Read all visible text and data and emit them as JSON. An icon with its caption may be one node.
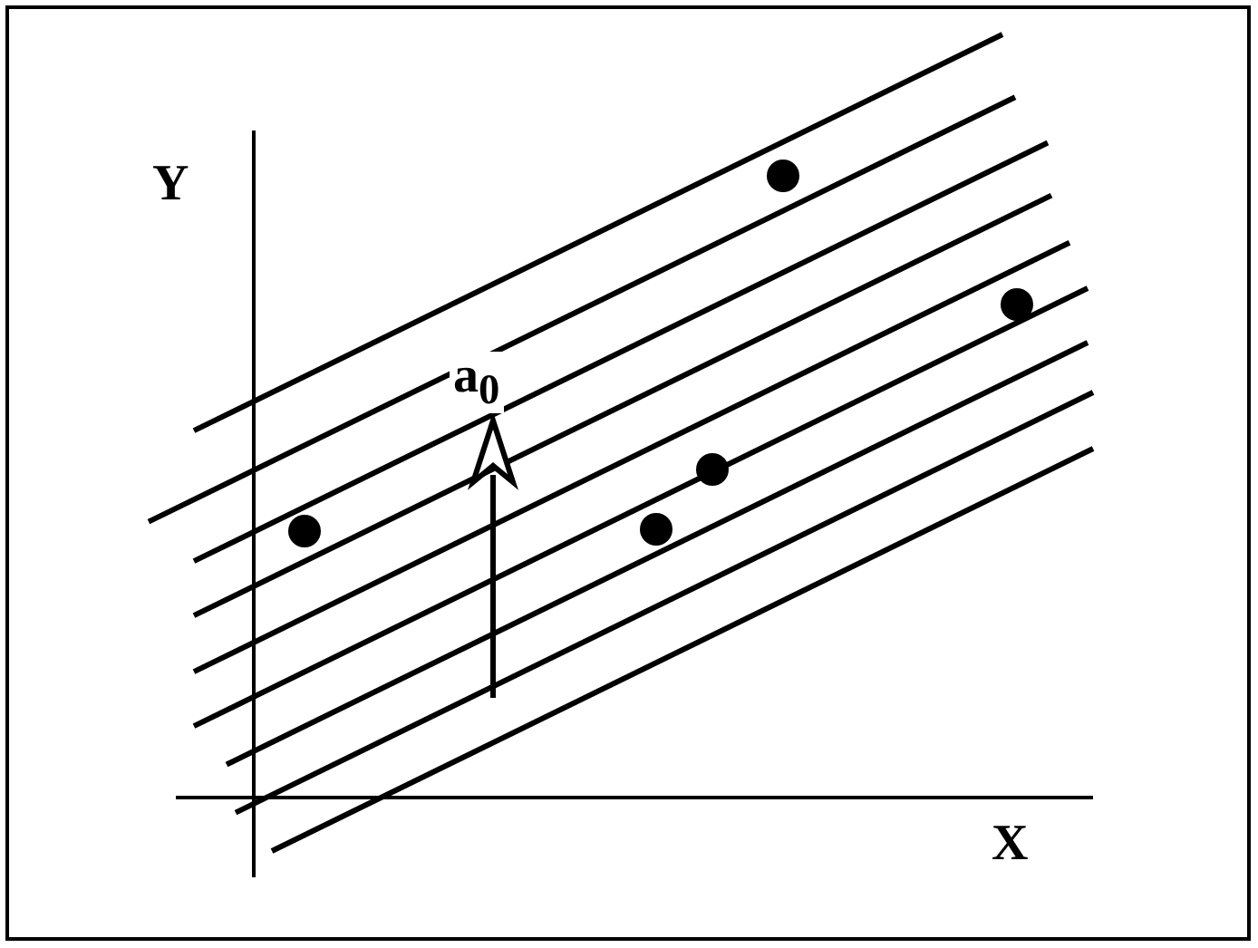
{
  "diagram": {
    "labels": [
      "Y",
      "a$_{0}$",
      "X"
    ]
  }
}
